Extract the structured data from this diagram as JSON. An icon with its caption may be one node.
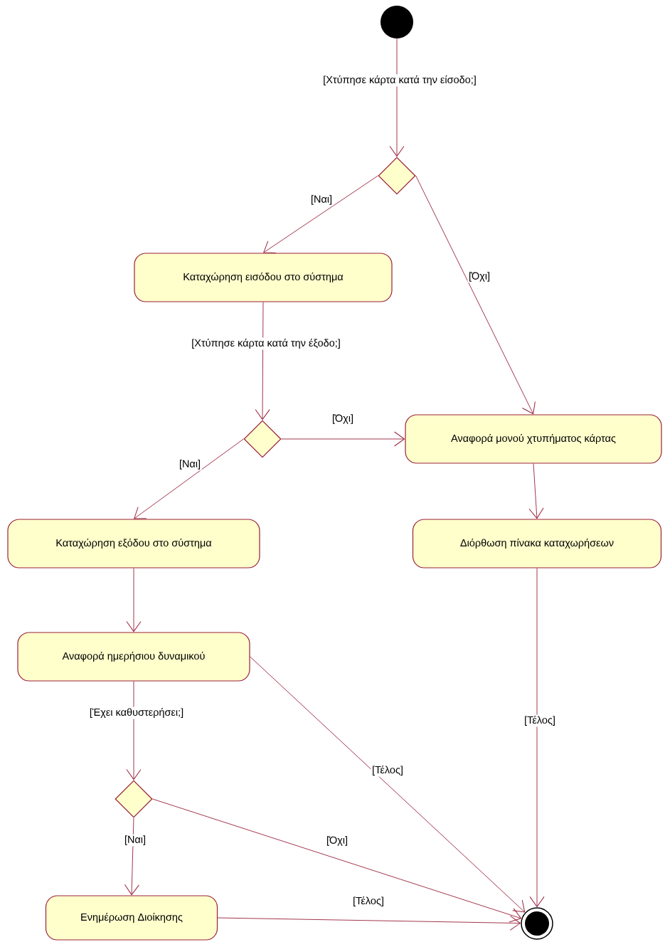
{
  "diagram": {
    "nodes": [
      {
        "text": [],
        "shape": "circle"
      },
      {
        "text": [],
        "shape": "diamond"
      },
      {
        "text": [
          "Καταχώρηση εισόδου στο σύστημα"
        ]
      },
      {
        "text": [],
        "shape": "diamond"
      },
      {
        "text": [
          "Αναφορά μονού χτυπήματος κάρτας"
        ]
      },
      {
        "text": [
          "Καταχώρηση εξόδου στο σύστημα"
        ]
      },
      {
        "text": [
          "Διόρθωση πίνακα καταχωρήσεων"
        ]
      },
      {
        "text": [
          "Αναφορά ημερήσιου δυναμικού"
        ]
      },
      {
        "text": [],
        "shape": "diamond"
      },
      {
        "text": [
          "Ενημέρωση Διοίκησης"
        ]
      },
      {
        "text": [],
        "shape": "circle"
      }
    ],
    "edges": [
      {
        "from": 0,
        "to": 1,
        "arrow": "to",
        "label": "[Χτύπησε κάρτα κατά την είσοδο;]"
      },
      {
        "from": 1,
        "to": 2,
        "arrow": "to",
        "label": "[Ναι]"
      },
      {
        "from": 1,
        "to": 4,
        "arrow": "to",
        "label": "[Όχι]"
      },
      {
        "from": 2,
        "to": 3,
        "arrow": "to",
        "label": "[Χτύπησε κάρτα κατά την έξοδο;]"
      },
      {
        "from": 3,
        "to": 4,
        "arrow": "to",
        "label": "[Όχι]"
      },
      {
        "from": 3,
        "to": 5,
        "arrow": "to",
        "label": "[Ναι]"
      },
      {
        "from": 4,
        "to": 6,
        "arrow": "to"
      },
      {
        "from": 5,
        "to": 7,
        "arrow": "to"
      },
      {
        "from": 7,
        "to": 10,
        "arrow": "to",
        "label": "[Τέλος]"
      },
      {
        "from": 6,
        "to": 10,
        "arrow": "to",
        "label": "[Τέλος]"
      },
      {
        "from": 7,
        "to": 8,
        "arrow": "to",
        "label": "[Έχει καθυστερήσει;]"
      },
      {
        "from": 8,
        "to": 9,
        "arrow": "to",
        "label": "[Ναι]"
      },
      {
        "from": 8,
        "to": 10,
        "arrow": "to",
        "label": "[Όχι]"
      },
      {
        "from": 9,
        "to": 10,
        "arrow": "to",
        "label": "[Τέλος]"
      }
    ]
  }
}
